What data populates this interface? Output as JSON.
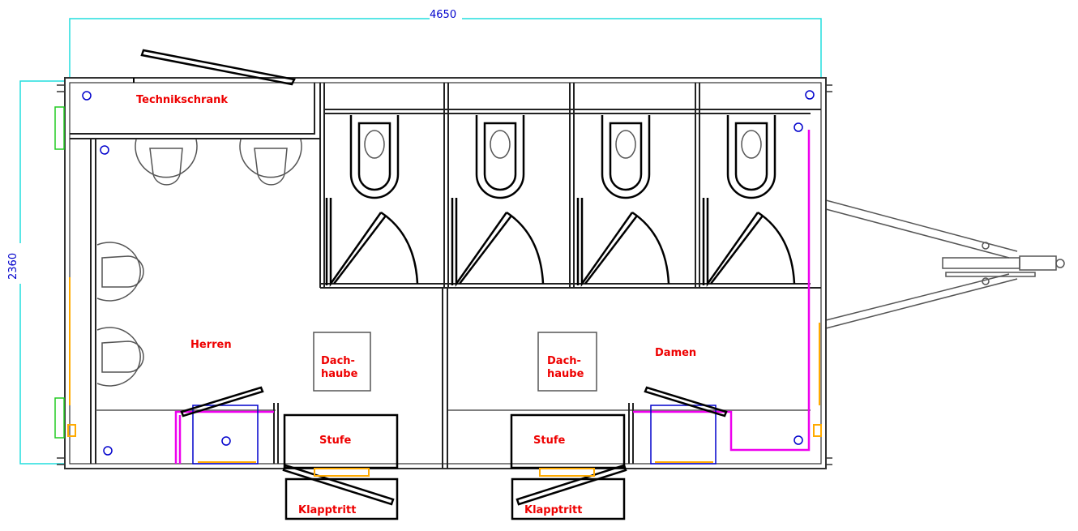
{
  "dimensions": {
    "length": "4650",
    "width": "2360"
  },
  "rooms": {
    "technical_cabinet": "Technikschrank",
    "men": "Herren",
    "women": "Damen"
  },
  "roof_vents": [
    {
      "label_line1": "Dach-",
      "label_line2": "haube"
    },
    {
      "label_line1": "Dach-",
      "label_line2": "haube"
    }
  ],
  "steps": [
    "Stufe",
    "Stufe"
  ],
  "folding_steps": [
    "Klapptritt",
    "Klapptritt"
  ],
  "colors": {
    "labels": "#e00000",
    "dimension_text": "#0000cc",
    "dimension_lines": "#22dddd",
    "pipes": "#ee00ee"
  }
}
